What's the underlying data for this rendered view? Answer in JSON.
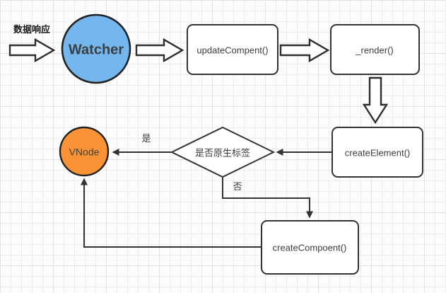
{
  "diagram": {
    "title_label": "数据响应",
    "nodes": {
      "watcher": {
        "label": "Watcher",
        "type": "circle",
        "fill": "#74b7ef"
      },
      "update_compent": {
        "label": "updateCompent()",
        "type": "rounded-rect"
      },
      "render": {
        "label": "_render()",
        "type": "rounded-rect"
      },
      "create_element": {
        "label": "createElement()",
        "type": "rounded-rect"
      },
      "native_tag_decision": {
        "label": "是否原生标签",
        "type": "diamond"
      },
      "vnode": {
        "label": "VNode",
        "type": "circle",
        "fill": "#f99336"
      },
      "create_compoent": {
        "label": "createCompoent()",
        "type": "rounded-rect"
      }
    },
    "edge_labels": {
      "yes": "是",
      "no": "否"
    },
    "colors": {
      "stroke": "#333333",
      "background": "#fcfcfc",
      "grid_minor": "#ededed",
      "grid_major": "#e3e3e3",
      "watcher_fill": "#74b7ef",
      "vnode_fill": "#f99336",
      "shape_fill": "#ffffff"
    }
  }
}
